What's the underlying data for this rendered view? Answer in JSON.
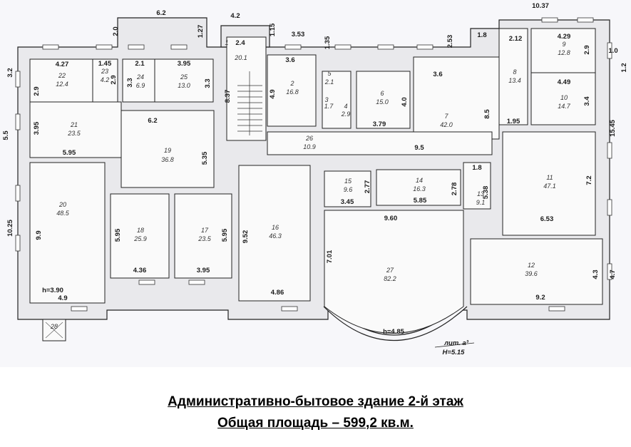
{
  "caption": {
    "line1": "Административно-бытовое здание 2-й этаж",
    "line2": "Общая площадь – 599,2 кв.м."
  },
  "rooms": [
    {
      "id": "r1",
      "num": "1",
      "area": "20.1"
    },
    {
      "id": "r2",
      "num": "2",
      "area": "16.8"
    },
    {
      "id": "r3",
      "num": "3",
      "area": "1.7"
    },
    {
      "id": "r4",
      "num": "4",
      "area": "2.9"
    },
    {
      "id": "r5",
      "num": "5",
      "area": "2.1"
    },
    {
      "id": "r6",
      "num": "6",
      "area": "15.0"
    },
    {
      "id": "r7",
      "num": "7",
      "area": "42.0"
    },
    {
      "id": "r8",
      "num": "8",
      "area": "13.4"
    },
    {
      "id": "r9",
      "num": "9",
      "area": "12.8"
    },
    {
      "id": "r10",
      "num": "10",
      "area": "14.7"
    },
    {
      "id": "r11",
      "num": "11",
      "area": "47.1"
    },
    {
      "id": "r12",
      "num": "12",
      "area": "39.6"
    },
    {
      "id": "r13",
      "num": "13",
      "area": "9.1"
    },
    {
      "id": "r14",
      "num": "14",
      "area": "16.3"
    },
    {
      "id": "r15",
      "num": "15",
      "area": "9.6"
    },
    {
      "id": "r16",
      "num": "16",
      "area": "46.3"
    },
    {
      "id": "r17",
      "num": "17",
      "area": "23.5"
    },
    {
      "id": "r18",
      "num": "18",
      "area": "25.9"
    },
    {
      "id": "r19",
      "num": "19",
      "area": "36.8"
    },
    {
      "id": "r20",
      "num": "20",
      "area": "48.5"
    },
    {
      "id": "r21",
      "num": "21",
      "area": "23.5"
    },
    {
      "id": "r22",
      "num": "22",
      "area": "12.4"
    },
    {
      "id": "r23",
      "num": "23",
      "area": "4.2"
    },
    {
      "id": "r24",
      "num": "24",
      "area": "6.9"
    },
    {
      "id": "r25",
      "num": "25",
      "area": "13.0"
    },
    {
      "id": "r26",
      "num": "26",
      "area": "10.9"
    },
    {
      "id": "r27",
      "num": "27",
      "area": "82.2"
    },
    {
      "id": "r28",
      "num": "28",
      "area": ""
    }
  ],
  "dimensions": [
    "6.2",
    "4.2",
    "10.37",
    "2.0",
    "1.27",
    "1.15",
    "3.53",
    "1.35",
    "2.53",
    "1.8",
    "2.12",
    "4.29",
    "2.9",
    "1.0",
    "1.2",
    "2.4",
    "3.6",
    "3.6",
    "4.27",
    "1.45",
    "2.9",
    "2.1",
    "3.95",
    "3.2",
    "2.9",
    "3.3",
    "3.3",
    "8.37",
    "4.9",
    "4.0",
    "8.5",
    "5.5",
    "3.95",
    "6.2",
    "5.95",
    "5.35",
    "3.79",
    "9.5",
    "1.95",
    "15.45",
    "4.49",
    "3.4",
    "1.8",
    "2.77",
    "2.78",
    "5.38",
    "7.2",
    "3.45",
    "5.85",
    "9.60",
    "6.53",
    "10.25",
    "9.9",
    "5.95",
    "5.95",
    "9.52",
    "7.01",
    "4.36",
    "3.95",
    "4.86",
    "4.3",
    "4.7",
    "9.2",
    "4.9"
  ],
  "heights": {
    "h1": "h=3.90",
    "h2": "h=4.85"
  },
  "stamp": {
    "line1": "лит. а³",
    "line2": "H=5.15"
  }
}
